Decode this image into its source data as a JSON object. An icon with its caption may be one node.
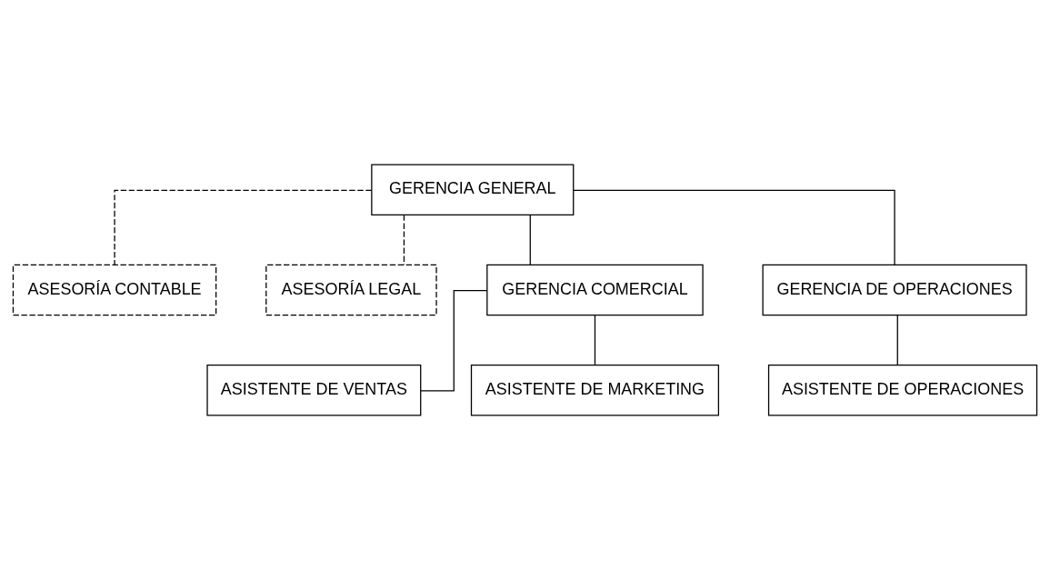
{
  "diagram": {
    "nodes": [
      {
        "text": [
          "GERENCIA GENERAL"
        ]
      },
      {
        "text": [
          "ASESORÍA CONTABLE"
        ]
      },
      {
        "text": [
          "ASESORÍA LEGAL"
        ]
      },
      {
        "text": [
          "GERENCIA COMERCIAL"
        ]
      },
      {
        "text": [
          "GERENCIA DE OPERACIONES"
        ]
      },
      {
        "text": [
          "ASISTENTE DE VENTAS"
        ]
      },
      {
        "text": [
          "ASISTENTE DE MARKETING"
        ]
      },
      {
        "text": [
          "ASISTENTE DE OPERACIONES"
        ]
      }
    ],
    "edges": [
      {
        "from": 0,
        "to": 1,
        "arrow": "none",
        "style": "dashed"
      },
      {
        "from": 0,
        "to": 2,
        "arrow": "none",
        "style": "dashed"
      },
      {
        "from": 0,
        "to": 3,
        "arrow": "none"
      },
      {
        "from": 0,
        "to": 4,
        "arrow": "none"
      },
      {
        "from": 3,
        "to": 5,
        "arrow": "none"
      },
      {
        "from": 3,
        "to": 6,
        "arrow": "none"
      },
      {
        "from": 4,
        "to": 7,
        "arrow": "none"
      }
    ]
  }
}
